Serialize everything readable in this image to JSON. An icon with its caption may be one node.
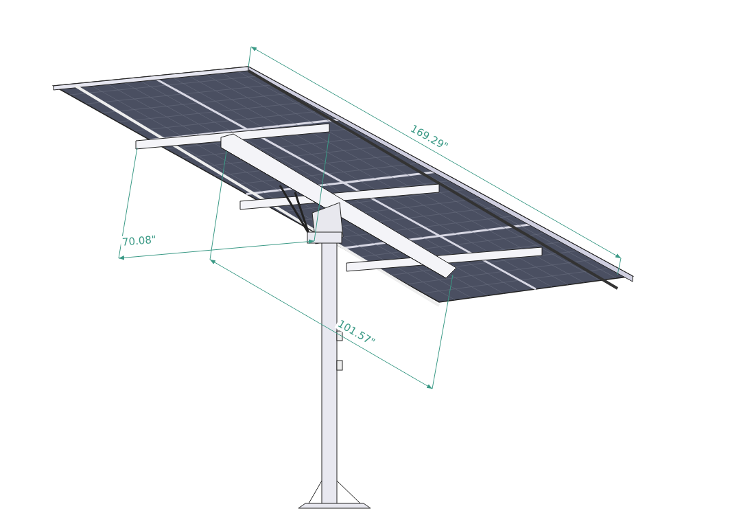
{
  "diagram": {
    "labels": [
      "169.29\"",
      "70.08\"",
      "101.57\""
    ]
  }
}
